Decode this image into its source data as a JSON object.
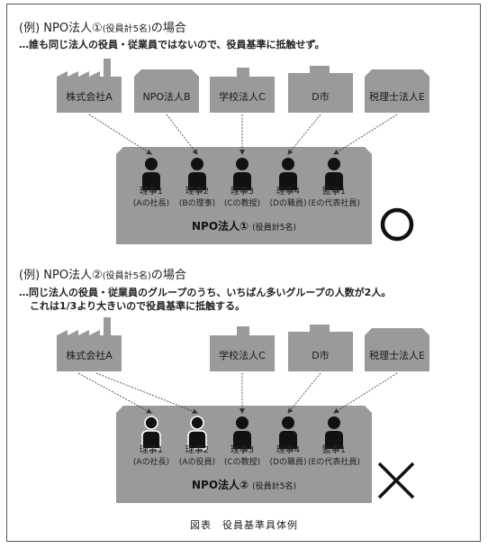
{
  "figure": {
    "caption": "図表　役員基準具体例",
    "examples": [
      {
        "title_main": "(例) NPO法人①",
        "title_paren": "(役員計5名)",
        "title_suffix": "の場合",
        "description_lines": [
          "…誰も同じ法人の役員・従業員ではないので、役員基準に抵触せず。"
        ],
        "organizations": [
          "株式会社A",
          "NPO法人B",
          "学校法人C",
          "D市",
          "税理士法人E"
        ],
        "members": [
          {
            "role": "理事1",
            "affiliation": "(Aの社長)"
          },
          {
            "role": "理事2",
            "affiliation": "(Bの理事)"
          },
          {
            "role": "理事3",
            "affiliation": "(Cの教授)"
          },
          {
            "role": "理事4",
            "affiliation": "(Dの職員)"
          },
          {
            "role": "監事1",
            "affiliation": "(Eの代表社員)"
          }
        ],
        "npo_name": "NPO法人①",
        "npo_paren": "(役員計5名)",
        "verdict": "circle"
      },
      {
        "title_main": "(例) NPO法人②",
        "title_paren": "(役員計5名)",
        "title_suffix": "の場合",
        "description_lines": [
          "…同じ法人の役員・従業員のグループのうち、いちばん多いグループの人数が2人。",
          "これは1/3より大きいので役員基準に抵触する。"
        ],
        "organizations": [
          "株式会社A",
          "学校法人C",
          "D市",
          "税理士法人E"
        ],
        "members": [
          {
            "role": "理事1",
            "affiliation": "(Aの社長)"
          },
          {
            "role": "理事2",
            "affiliation": "(Aの役員)"
          },
          {
            "role": "理事3",
            "affiliation": "(Cの教授)"
          },
          {
            "role": "理事4",
            "affiliation": "(Dの職員)"
          },
          {
            "role": "監事1",
            "affiliation": "(Eの代表社員)"
          }
        ],
        "npo_name": "NPO法人②",
        "npo_paren": "(役員計5名)",
        "verdict": "cross"
      }
    ]
  }
}
